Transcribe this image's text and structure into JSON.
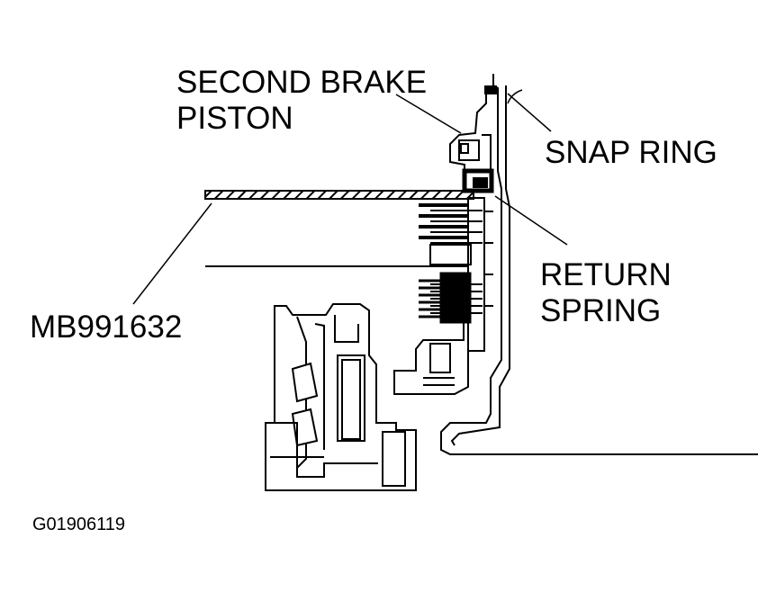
{
  "labels": {
    "second_brake_piston_line1": "SECOND BRAKE",
    "second_brake_piston_line2": "PISTON",
    "snap_ring": "SNAP RING",
    "return_spring_line1": "RETURN",
    "return_spring_line2": "SPRING",
    "tool_number": "MB991632"
  },
  "figure_id": "G01906119",
  "colors": {
    "ink": "#000000",
    "paper": "#ffffff"
  }
}
